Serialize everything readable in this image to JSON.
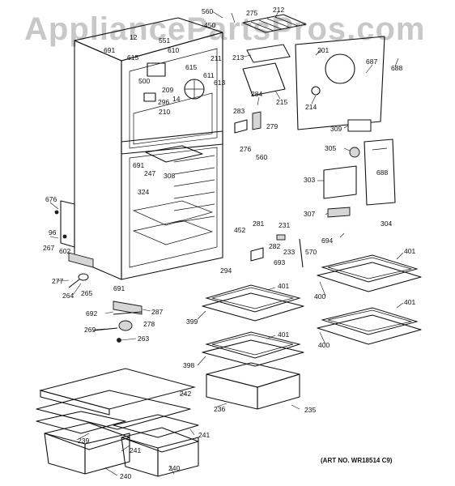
{
  "watermark": "AppliancePartsPros.com",
  "art_number": "(ART NO. WR18514 C9)",
  "callouts": [
    "560",
    "275",
    "212",
    "450",
    "12",
    "551",
    "691",
    "615",
    "610",
    "211",
    "201",
    "687",
    "688",
    "213",
    "615",
    "611",
    "500",
    "209",
    "613",
    "14",
    "296",
    "210",
    "284",
    "215",
    "214",
    "283",
    "279",
    "309",
    "276",
    "560",
    "691",
    "247",
    "308",
    "305",
    "324",
    "303",
    "688",
    "676",
    "96",
    "231",
    "281",
    "452",
    "307",
    "304",
    "233",
    "570",
    "694",
    "282",
    "267",
    "602",
    "693",
    "294",
    "277",
    "264",
    "265",
    "691",
    "401",
    "401",
    "400",
    "692",
    "287",
    "399",
    "269",
    "278",
    "401",
    "263",
    "401",
    "400",
    "398",
    "242",
    "236",
    "235",
    "239",
    "241",
    "241",
    "240",
    "240"
  ]
}
